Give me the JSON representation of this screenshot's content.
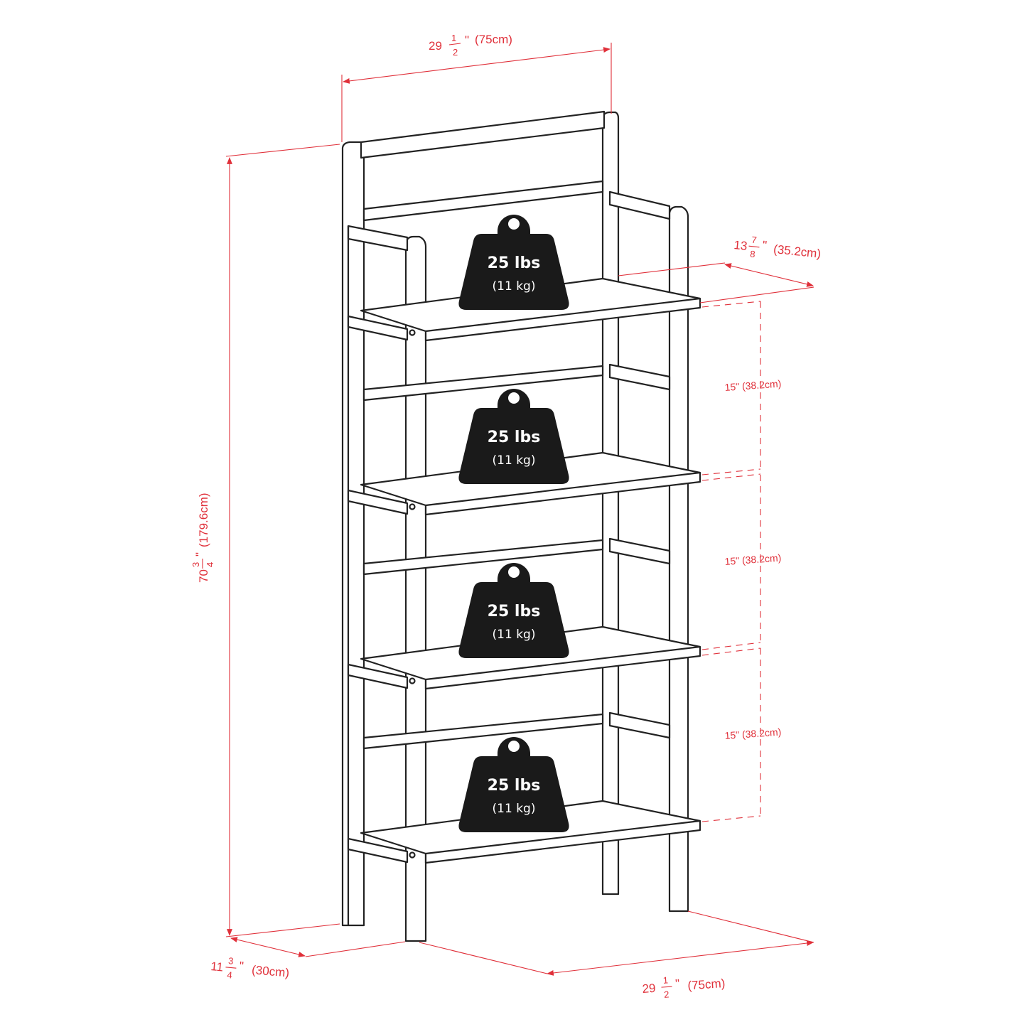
{
  "dimensions": {
    "top_width": {
      "whole": "29",
      "num": "1",
      "den": "2",
      "metric": "(75cm)"
    },
    "bottom_width": {
      "whole": "29",
      "num": "1",
      "den": "2",
      "metric": "(75cm)"
    },
    "height": {
      "whole": "70",
      "num": "3",
      "den": "4",
      "metric": "(179.6cm)"
    },
    "top_depth": {
      "whole": "13",
      "num": "7",
      "den": "8",
      "metric": "(35.2cm)"
    },
    "bottom_depth": {
      "whole": "11",
      "num": "3",
      "den": "4",
      "metric": "(30cm)"
    },
    "shelf_spacing": [
      "15\" (38.2cm)",
      "15\" (38.2cm)",
      "15\" (38.2cm)"
    ]
  },
  "weights": [
    {
      "lbs": "25 lbs",
      "kg": "(11 kg)"
    },
    {
      "lbs": "25 lbs",
      "kg": "(11 kg)"
    },
    {
      "lbs": "25 lbs",
      "kg": "(11 kg)"
    },
    {
      "lbs": "25 lbs",
      "kg": "(11 kg)"
    }
  ],
  "colors": {
    "dimension": "#e0303a",
    "outline": "#222222",
    "weight_fill": "#1a1a1a"
  },
  "icons": {
    "weight": "weight-icon"
  }
}
